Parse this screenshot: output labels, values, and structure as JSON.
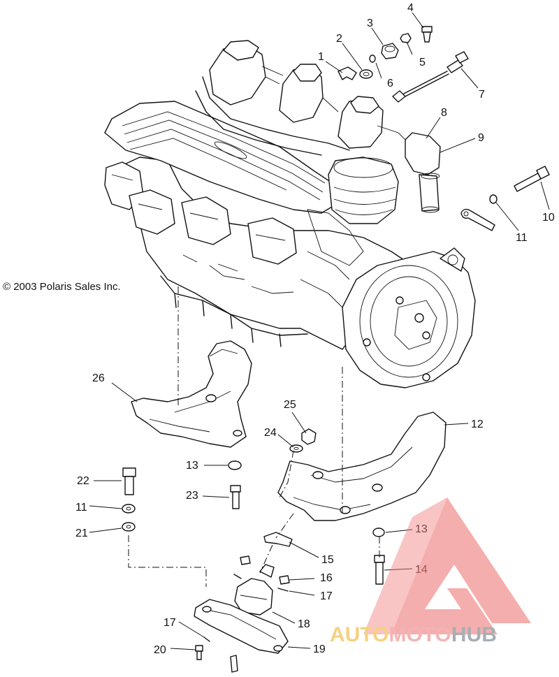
{
  "copyright": "© 2003 Polaris Sales Inc.",
  "watermark": {
    "part1": "AUTO",
    "part2": "MOTO",
    "part3": "HUB",
    "colors": {
      "auto": "#f5c96b",
      "moto": "#f3a6a6",
      "hub": "#9aa0a6",
      "logo": "#f08080"
    }
  },
  "callouts": {
    "c1": "1",
    "c2": "2",
    "c3": "3",
    "c4": "4",
    "c5": "5",
    "c6": "6",
    "c7": "7",
    "c8": "8",
    "c9": "9",
    "c10": "10",
    "c11a": "11",
    "c12": "12",
    "c13a": "13",
    "c13b": "13",
    "c14": "14",
    "c15": "15",
    "c16": "16",
    "c17a": "17",
    "c17b": "17",
    "c18": "18",
    "c19": "19",
    "c20": "20",
    "c11b": "11",
    "c21": "21",
    "c22": "22",
    "c23": "23",
    "c24": "24",
    "c25": "25",
    "c26": "26"
  }
}
